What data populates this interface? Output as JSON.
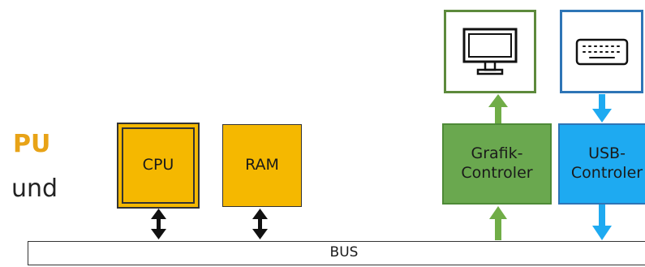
{
  "left_text": {
    "line1": "PU",
    "line2": "und"
  },
  "components": {
    "cpu": {
      "label": "CPU"
    },
    "ram": {
      "label": "RAM"
    },
    "graphics": {
      "label": "Grafik-\nControler"
    },
    "usb": {
      "label": "USB-\nControler"
    }
  },
  "peripherals": {
    "monitor": {
      "icon": "monitor-icon"
    },
    "keyboard": {
      "icon": "keyboard-icon"
    }
  },
  "bus": {
    "label": "BUS"
  },
  "colors": {
    "accent_text": "#e8a317",
    "chip_fill": "#f5b800",
    "graphics_fill": "#6aa84f",
    "graphics_border": "#4e8a37",
    "usb_fill": "#1eaaf1",
    "usb_border": "#2e75b6",
    "arrow_green": "#70ad47",
    "arrow_blue": "#1eaaf1"
  }
}
